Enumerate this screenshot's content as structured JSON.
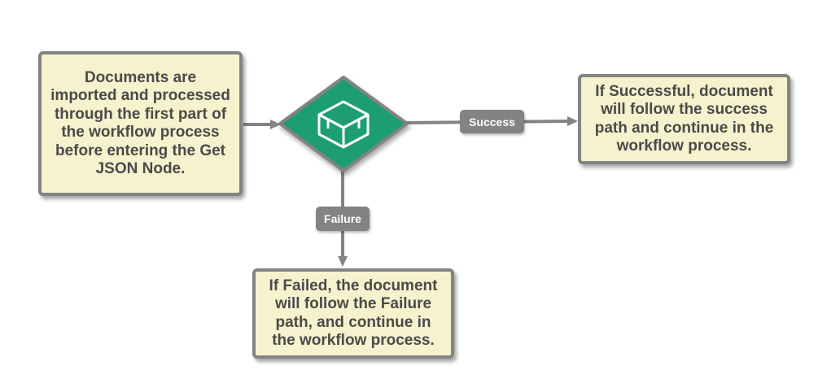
{
  "nodes": {
    "input": {
      "text": "Documents are imported and processed through the first part of the workflow process before entering the Get JSON Node."
    },
    "success": {
      "text": "If Successful, document will follow the success path and continue in the workflow process."
    },
    "failure": {
      "text": "If Failed, the document will follow the Failure path, and continue in the workflow process."
    },
    "decision": {
      "icon": "box-outline-icon"
    }
  },
  "edges": {
    "success_label": "Success",
    "failure_label": "Failure"
  },
  "colors": {
    "node_fill": "#f6f2ce",
    "node_border": "#838383",
    "decision_fill": "#1f9e72",
    "connector": "#838383",
    "text": "#4a4a4a"
  }
}
